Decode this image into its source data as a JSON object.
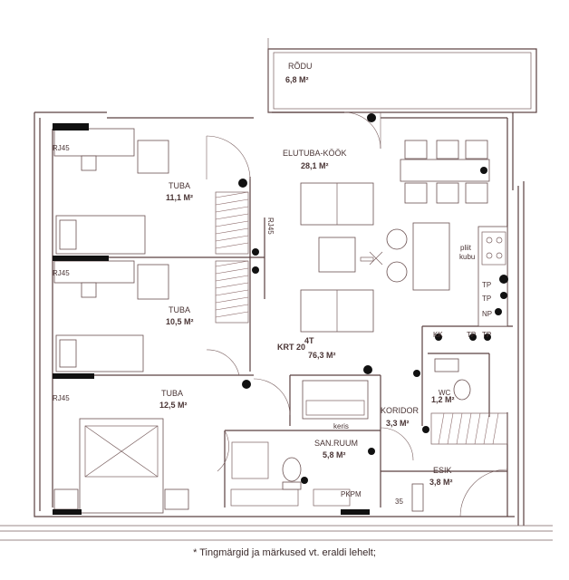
{
  "rooms": {
    "rodu": {
      "name": "RÕDU",
      "area": "6,8 M²"
    },
    "elutuba": {
      "name": "ELUTUBA-KÖÖK",
      "area": "28,1 M²"
    },
    "tuba1": {
      "name": "TUBA",
      "area": "11,1 M²"
    },
    "tuba2": {
      "name": "TUBA",
      "area": "10,5 M²"
    },
    "tuba3": {
      "name": "TUBA",
      "area": "12,5 M²"
    },
    "wc": {
      "name": "WC",
      "area": "1,2 M²"
    },
    "koridor": {
      "name": "KORIDOR",
      "area": "3,3 M²"
    },
    "sanruum": {
      "name": "SAN.RUUM",
      "area": "5,8 M²"
    },
    "esik": {
      "name": "ESIK",
      "area": "3,8 M²"
    }
  },
  "apartment": {
    "number": "KRT 20",
    "rooms": "4T",
    "area": "76,3 M²"
  },
  "labels": {
    "rj45": "RJ45",
    "pliit": "pliit",
    "kubu": "kubu",
    "tp": "TP",
    "np": "NP",
    "kk": "KK",
    "keris": "keris",
    "pkpm": "PKPM",
    "num35": "35"
  },
  "footnote": "* Tingmärgid ja märkused vt. eraldi lehelt;"
}
